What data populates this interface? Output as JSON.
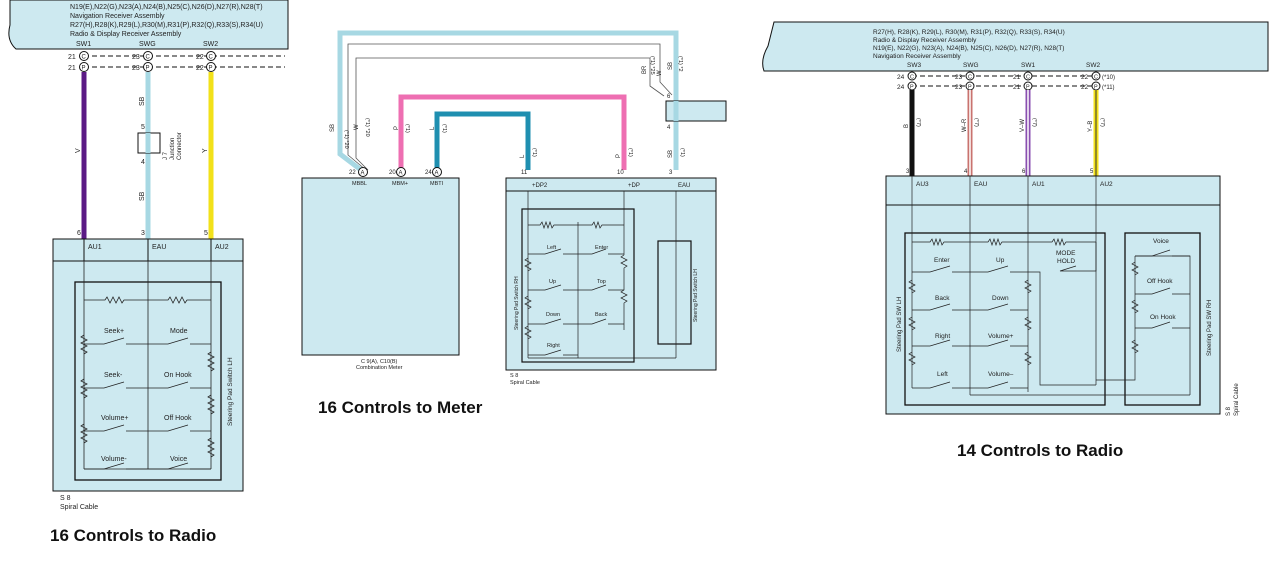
{
  "left": {
    "header": [
      "N19(E),N22(G),N23(A),N24(B),N25(C),N26(D),N27(R),N28(T)",
      "Navigation Receiver Assembly",
      "R27(H),R28(K),R29(L),R30(M),R31(P),R32(Q),R33(S),R34(U)",
      "Radio & Display Receiver Assembly"
    ],
    "labels": {
      "sw1": "SW1",
      "swg": "SWG",
      "sw2": "SW2",
      "p21": "21",
      "p23": "23",
      "p22": "22",
      "C": "C",
      "P": "P",
      "V": "V",
      "SB": "SB",
      "SB2": "SB",
      "Y": "Y",
      "p5": "5",
      "p4": "4",
      "j7": "J 7",
      "junction": "Junction",
      "connector": "Connector",
      "p6": "6",
      "p3": "3",
      "p5b": "5",
      "au1": "AU1",
      "eau": "EAU",
      "au2": "AU2",
      "seekp": "Seek+",
      "mode": "Mode",
      "seekm": "Seek-",
      "onhook": "On Hook",
      "volp": "Volume+",
      "offhook": "Off Hook",
      "volm": "Volume-",
      "voice": "Voice",
      "lh": "Steering Pad Switch LH",
      "s8": "S 8",
      "spiral": "Spiral Cable"
    },
    "caption": "16 Controls to Radio"
  },
  "middle": {
    "labels": {
      "sb1": "SB",
      "w": "W",
      "p": "P",
      "l": "L",
      "br": "BR",
      "w2": "W",
      "sb2": "SB",
      "c1": "(*1) *20",
      "c2": "(*1) *20",
      "c3": "(*1)",
      "c4": "(*1) *25",
      "c5": "(*1) *2",
      "n22": "22",
      "n20": "20",
      "n24": "24",
      "pinA": "A",
      "mbbl": "MBBL",
      "mbmp": "MBM+",
      "mbti": "MBTI",
      "meter1": "C 9(A), C10(B)",
      "meter2": "Combination Meter",
      "l2": "L",
      "p2": "P",
      "sb3": "SB",
      "e1": "(*1)",
      "e2": "(*1)",
      "e3": "(*1)",
      "n11": "11",
      "n10": "10",
      "n3": "3",
      "p6": "6",
      "p4": "4",
      "dp2": "+DP2",
      "dp": "+DP",
      "eau": "EAU",
      "left": "Left",
      "enter": "Enter",
      "up": "Up",
      "top": "Top",
      "down": "Down",
      "back": "Back",
      "right": "Right",
      "rh": "Steering Pad Switch RH",
      "lh": "Steering Pad Switch LH",
      "s8": "S 8",
      "spiral": "Spiral Cable"
    },
    "caption": "16 Controls to Meter"
  },
  "right": {
    "header": [
      "R27(H), R28(K), R29(L), R30(M), R31(P), R32(Q), R33(S), R34(U)",
      "Radio & Display Receiver Assembly",
      "N19(E), N22(G), N23(A), N24(B), N25(C), N26(D), N27(R), N28(T)",
      "Navigation Receiver Assembly"
    ],
    "labels": {
      "sw3": "SW3",
      "swg": "SWG",
      "sw1": "SW1",
      "sw2": "SW2",
      "p24": "24",
      "p23": "23",
      "p21": "21",
      "p22": "22",
      "C": "C",
      "P": "P",
      "n10": "(*10)",
      "n11": "(*11)",
      "b": "B",
      "wr": "W–R",
      "vw": "V–W",
      "yb": "Y–B",
      "s7": "(*7)",
      "p3": "3",
      "p4": "4",
      "p6": "6",
      "p5": "5",
      "au3": "AU3",
      "eau": "EAU",
      "au1": "AU1",
      "au2": "AU2",
      "enter": "Enter",
      "up": "Up",
      "mode1": "MODE",
      "mode2": "HOLD",
      "back": "Back",
      "down": "Down",
      "right": "Right",
      "volp": "Volume+",
      "left": "Left",
      "volm": "Volume–",
      "voice": "Voice",
      "offhook": "Off Hook",
      "onhook": "On Hook",
      "lh": "Steering Pad SW LH",
      "rh": "Steering Pad SW RH",
      "s8": "S 8",
      "spiral": "Spiral Cable"
    },
    "caption": "14 Controls to Radio"
  }
}
